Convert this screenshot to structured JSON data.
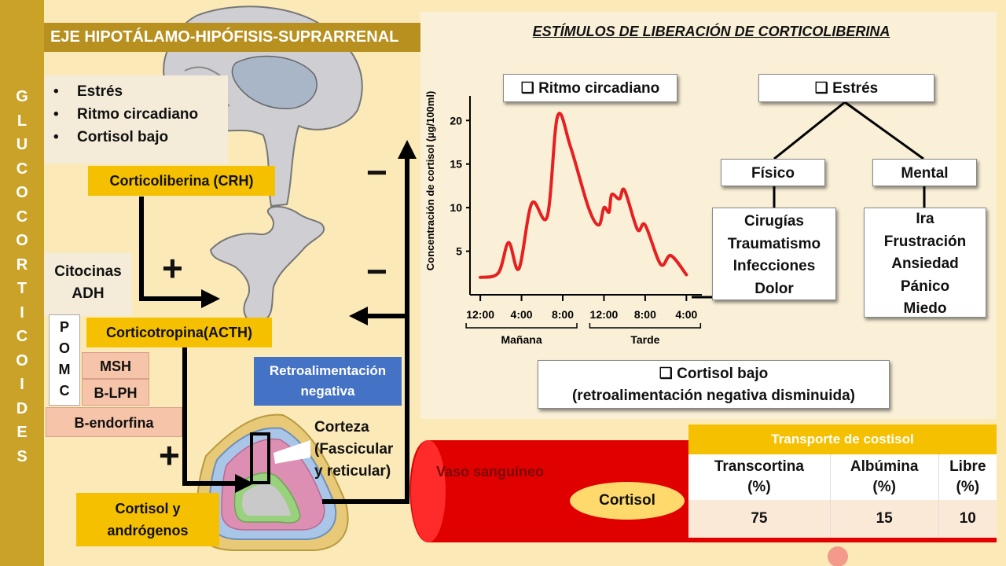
{
  "title": "EJE HIPOTÁLAMO-HIPÓFISIS-SUPRARRENAL",
  "side_label": "GLUCOCORTICOIDES",
  "inputs": [
    "Estrés",
    "Ritmo circadiano",
    "Cortisol bajo"
  ],
  "crh_label": "Corticoliberina (CRH)",
  "citocinas": {
    "line1": "Citocinas",
    "line2": "ADH"
  },
  "acth_label": "Corticotropina(ACTH)",
  "pomc": [
    "P",
    "O",
    "M",
    "C"
  ],
  "pomc_products": [
    "MSH",
    "B-LPH",
    "B-endorfina"
  ],
  "cortisol_androgenos": {
    "line1": "Cortisol y",
    "line2": "andrógenos"
  },
  "retro_label": {
    "line1": "Retroalimentación",
    "line2": "negativa"
  },
  "corteza_label": {
    "line1": "Corteza",
    "line2": "(Fascicular",
    "line3": "y reticular)"
  },
  "signs": {
    "plus": "+",
    "minus": "−"
  },
  "stimuli_title": "ESTÍMULOS DE LIBERACIÓN DE CORTICOLIBERINA",
  "checkbox_glyph": "❑",
  "ritmo_label": "Ritmo circadiano",
  "estres_label": "Estrés",
  "fisico_label": "Físico",
  "mental_label": "Mental",
  "fisico_items": [
    "Cirugías",
    "Traumatismo",
    "Infecciones",
    "Dolor"
  ],
  "mental_items": [
    "Ira",
    "Frustración",
    "Ansiedad",
    "Pánico",
    "Miedo"
  ],
  "cortisol_bajo": {
    "line1": "Cortisol bajo",
    "line2": "(retroalimentación negativa disminuida)"
  },
  "vaso_label": "Vaso sanguíneo",
  "cortisol_pill": "Cortisol",
  "transport": {
    "title": "Transporte de costisol",
    "headers": [
      {
        "l1": "Transcortina",
        "l2": "(%)"
      },
      {
        "l1": "Albúmina",
        "l2": "(%)"
      },
      {
        "l1": "Libre",
        "l2": "(%)"
      }
    ],
    "values": [
      "75",
      "15",
      "10"
    ]
  },
  "chart_data": {
    "type": "line",
    "ylabel": "Concentración de cortisol (µg/100ml)",
    "yticks": [
      5,
      10,
      15,
      20
    ],
    "ylim": [
      0,
      23
    ],
    "xticks": [
      "12:00",
      "4:00",
      "8:00",
      "12:00",
      "8:00",
      "4:00"
    ],
    "xgroups": [
      "Mañana",
      "Tarde"
    ],
    "series": [
      {
        "color": "#e62020",
        "points": [
          [
            0,
            2
          ],
          [
            0.7,
            2.5
          ],
          [
            1.1,
            6
          ],
          [
            1.5,
            3
          ],
          [
            2,
            10.5
          ],
          [
            2.6,
            9
          ],
          [
            3,
            20.5
          ],
          [
            3.5,
            17
          ],
          [
            4.2,
            10
          ],
          [
            4.6,
            8
          ],
          [
            4.8,
            10
          ],
          [
            5,
            9.5
          ],
          [
            5.1,
            11.5
          ],
          [
            5.4,
            11
          ],
          [
            5.6,
            12
          ],
          [
            6.1,
            7.5
          ],
          [
            6.4,
            8
          ],
          [
            7,
            3.5
          ],
          [
            7.4,
            4.5
          ],
          [
            8,
            2.3
          ]
        ]
      }
    ],
    "xrange": [
      -0.4,
      8.6
    ]
  },
  "colors": {
    "gold": "#c9a227",
    "yellow": "#f5c000",
    "vessel": "#e00000",
    "retro": "#4472c4"
  }
}
